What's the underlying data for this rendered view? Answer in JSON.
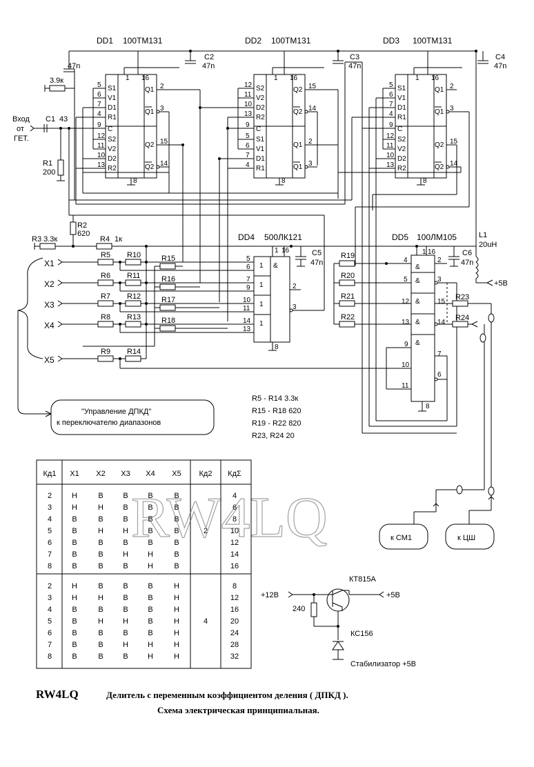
{
  "chips": [
    {
      "ref": "DD1",
      "part": "100ТМ131"
    },
    {
      "ref": "DD2",
      "part": "100ТМ131"
    },
    {
      "ref": "DD3",
      "part": "100ТМ131"
    },
    {
      "ref": "DD4",
      "part": "500ЛК121"
    },
    {
      "ref": "DD5",
      "part": "100ЛМ105"
    }
  ],
  "pins_tm": {
    "dd1_left": [
      "S1",
      "V1",
      "D1",
      "R1",
      "C",
      "S2",
      "V2",
      "D2",
      "R2"
    ],
    "dd1_right": [
      "Q1",
      "Q1",
      "Q2",
      "Q2"
    ],
    "dd2_left": [
      "S2",
      "V2",
      "D2",
      "R2",
      "C",
      "S1",
      "V1",
      "D1",
      "R1"
    ],
    "dd2_right": [
      "Q2",
      "Q2",
      "Q1",
      "Q1"
    ]
  },
  "caps": [
    {
      "ref": "C2",
      "val": "47n"
    },
    {
      "ref": "C3",
      "val": "47n"
    },
    {
      "ref": "C4",
      "val": "47n"
    },
    {
      "ref": "C5",
      "val": "47n"
    },
    {
      "ref": "C6",
      "val": "47n"
    },
    {
      "ref": "C1",
      "val": "43"
    },
    {
      "ref": "",
      "val": "47n"
    }
  ],
  "resistors": {
    "r39": "3.9к",
    "r1": "R1",
    "r1v": "200",
    "r2": "R2",
    "r2v": "620",
    "r3": "R3 3.3к",
    "r4": "R4",
    "r4v": "1к",
    "r5": "R5",
    "r6": "R6",
    "r7": "R7",
    "r8": "R8",
    "r9": "R9",
    "r10": "R10",
    "r11": "R11",
    "r12": "R12",
    "r13": "R13",
    "r14": "R14",
    "r15": "R15",
    "r16": "R16",
    "r17": "R17",
    "r18": "R18",
    "r19": "R19",
    "r20": "R20",
    "r21": "R21",
    "r22": "R22",
    "r23": "R23",
    "r24": "R24"
  },
  "inductor": {
    "ref": "L1",
    "val": "20uH"
  },
  "supply": "+5В",
  "input": {
    "l1": "Вход",
    "l2": "от",
    "l3": "ГЕТ."
  },
  "inputs_x": [
    "X1",
    "X2",
    "X3",
    "X4",
    "X5"
  ],
  "control_box": {
    "line1": "\"Управление ДПКД\"",
    "line2": "к переключателю диапазонов"
  },
  "values_note": [
    "R5 - R14  3.3к",
    "R15 - R18  620",
    "R19 - R22  820",
    "R23, R24  20"
  ],
  "outputs": {
    "cm1": "к СМ1",
    "csh": "к ЦШ"
  },
  "stabilizer": {
    "transistor": "КТ815А",
    "vin": "+12В",
    "vout": "+5В",
    "r": "240",
    "zener": "КС156",
    "caption": "Стабилизатор +5В"
  },
  "table": {
    "headers": [
      "Кд1",
      "X1",
      "X2",
      "X3",
      "X4",
      "X5",
      "Кд2",
      "КдΣ"
    ],
    "group1": {
      "kd2": "2",
      "rows": [
        [
          "2",
          "Н",
          "В",
          "В",
          "В",
          "В",
          "4"
        ],
        [
          "3",
          "Н",
          "Н",
          "В",
          "В",
          "В",
          "6"
        ],
        [
          "4",
          "В",
          "В",
          "В",
          "В",
          "В",
          "8"
        ],
        [
          "5",
          "В",
          "Н",
          "Н",
          "В",
          "В",
          "10"
        ],
        [
          "6",
          "В",
          "В",
          "В",
          "В",
          "В",
          "12"
        ],
        [
          "7",
          "В",
          "В",
          "Н",
          "Н",
          "В",
          "14"
        ],
        [
          "8",
          "В",
          "В",
          "В",
          "Н",
          "В",
          "16"
        ]
      ]
    },
    "group2": {
      "kd2": "4",
      "rows": [
        [
          "2",
          "Н",
          "В",
          "В",
          "В",
          "Н",
          "8"
        ],
        [
          "3",
          "Н",
          "Н",
          "В",
          "В",
          "Н",
          "12"
        ],
        [
          "4",
          "В",
          "В",
          "В",
          "В",
          "Н",
          "16"
        ],
        [
          "5",
          "В",
          "Н",
          "Н",
          "В",
          "Н",
          "20"
        ],
        [
          "6",
          "В",
          "В",
          "В",
          "В",
          "Н",
          "24"
        ],
        [
          "7",
          "В",
          "В",
          "Н",
          "Н",
          "Н",
          "28"
        ],
        [
          "8",
          "В",
          "В",
          "В",
          "Н",
          "Н",
          "32"
        ]
      ]
    }
  },
  "watermark": "RW4LQ",
  "caption": {
    "author": "RW4LQ",
    "line1": "Делитель с переменным коэффициентом деления ( ДПКД ).",
    "line2": "Схема электрическая принципиальная."
  }
}
